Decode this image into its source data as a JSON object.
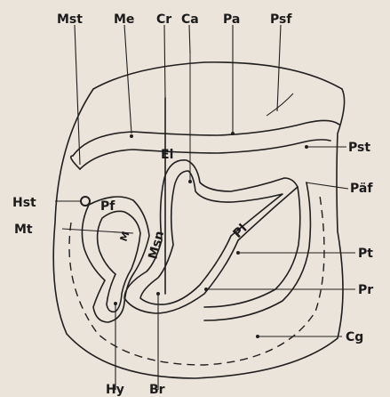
{
  "labels": {
    "Mst": "Mst",
    "Me": "Me",
    "Cr": "Cr",
    "Ca": "Ca",
    "Pa": "Pa",
    "Psf": "Psf",
    "El": "El",
    "Pst": "Pst",
    "Paf": "Päf",
    "Hst": "Hst",
    "Pf": "Pf",
    "Mt": "Mt",
    "M": "M",
    "Msn": "Msn",
    "Pl": "Pl",
    "Pt": "Pt",
    "Pr": "Pr",
    "Cg": "Cg",
    "Hy": "Hy",
    "Br": "Br"
  }
}
